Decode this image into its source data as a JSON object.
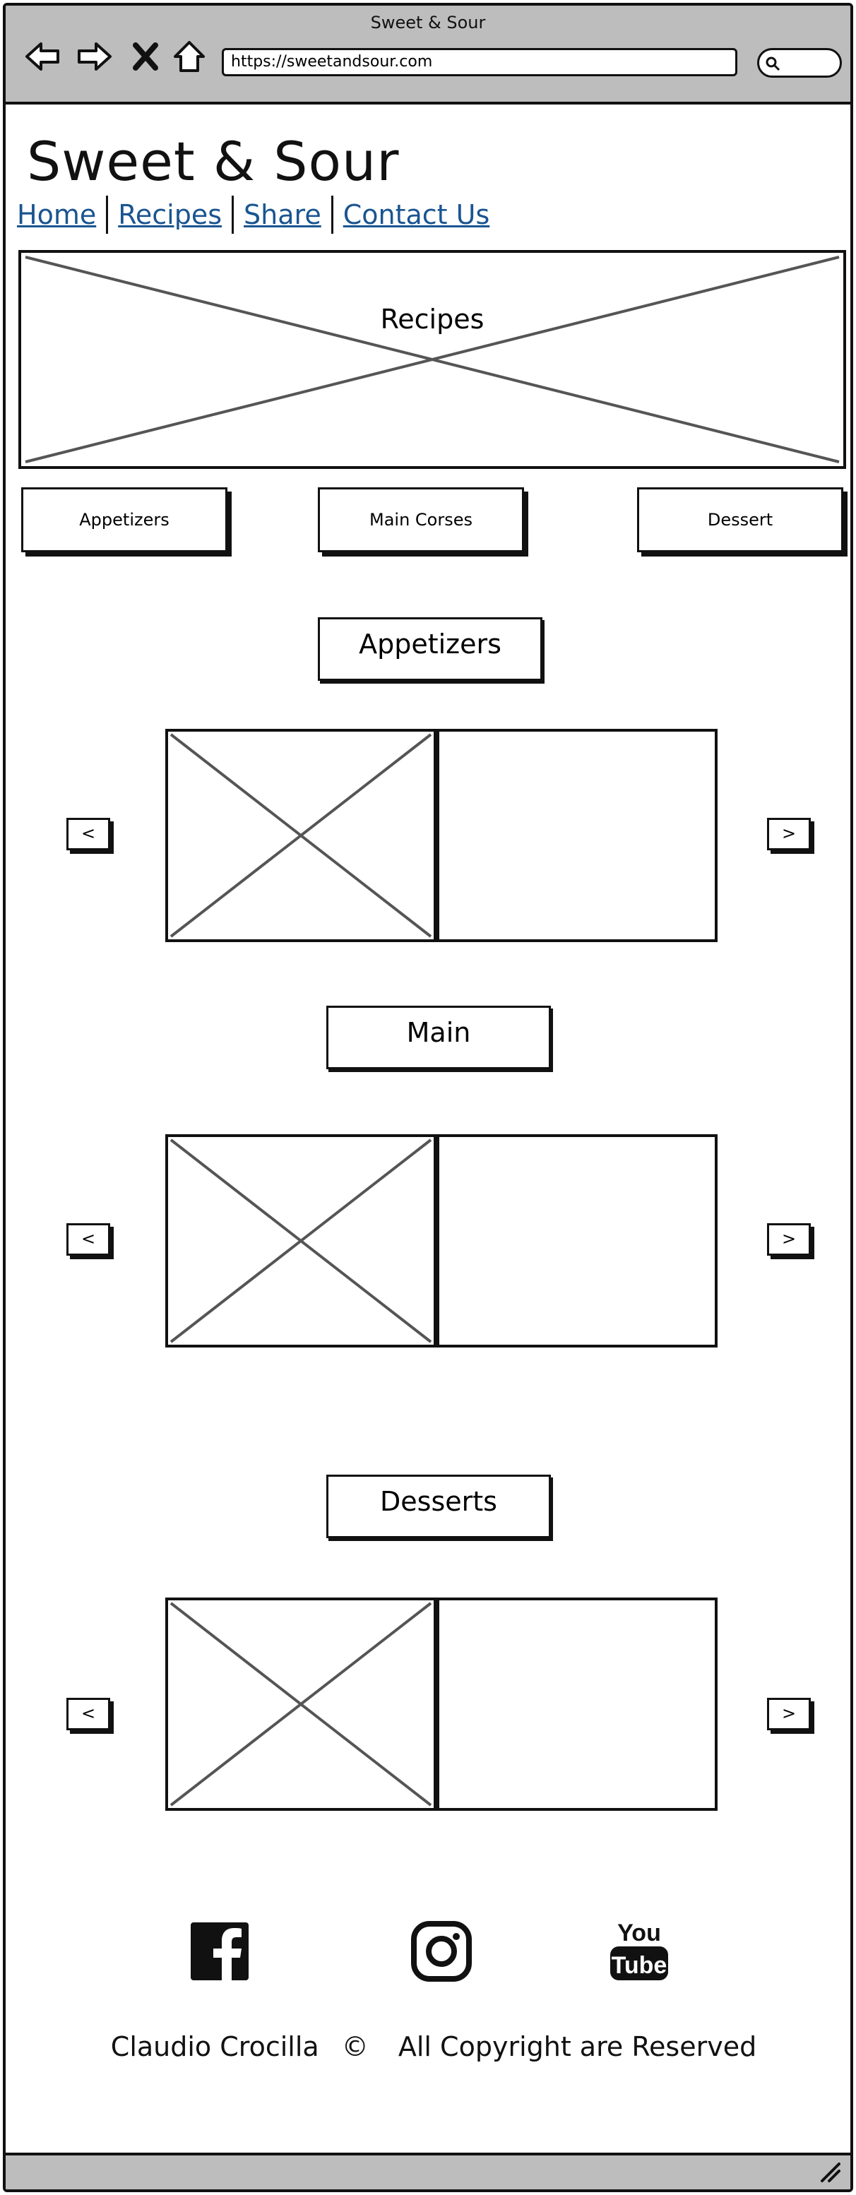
{
  "browser": {
    "window_title": "Sweet & Sour",
    "url": "https://sweetandsour.com"
  },
  "site": {
    "title": "Sweet & Sour",
    "nav": [
      "Home",
      "Recipes",
      "Share",
      "Contact Us"
    ]
  },
  "hero": {
    "label": "Recipes"
  },
  "categories": [
    "Appetizers",
    "Main Corses",
    "Dessert"
  ],
  "sections": [
    {
      "label": "Appetizers",
      "prev": "<",
      "next": ">"
    },
    {
      "label": "Main",
      "prev": "<",
      "next": ">"
    },
    {
      "label": "Desserts",
      "prev": "<",
      "next": ">"
    }
  ],
  "social": {
    "facebook_icon": "facebook-icon",
    "instagram_icon": "instagram-icon",
    "youtube_icon": "youtube-icon",
    "youtube_you": "You",
    "youtube_tube": "Tube"
  },
  "footer": {
    "author": "Claudio Crocilla",
    "copyright_symbol": "©",
    "rights": "All Copyright are Reserved"
  },
  "colors": {
    "link": "#1a5590",
    "chrome": "#bdbdbd",
    "outline": "#111111"
  }
}
